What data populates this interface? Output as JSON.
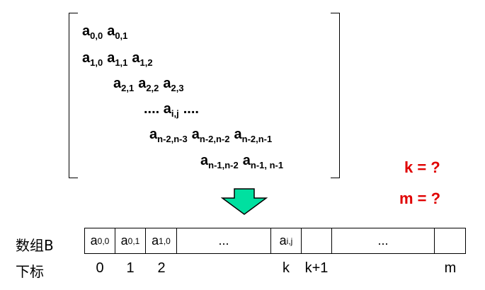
{
  "matrix": {
    "rows": [
      [
        {
          "b": "a",
          "s": "0,0"
        },
        {
          "b": "a",
          "s": "0,1"
        }
      ],
      [
        {
          "b": "a",
          "s": "1,0"
        },
        {
          "b": "a",
          "s": "1,1"
        },
        {
          "b": "a",
          "s": "1,2"
        }
      ],
      [
        {
          "b": "a",
          "s": "2,1"
        },
        {
          "b": "a",
          "s": "2,2"
        },
        {
          "b": "a",
          "s": "2,3"
        }
      ],
      [
        {
          "b": ".... a",
          "s": "i,j"
        },
        {
          "b": "....",
          "s": ""
        }
      ],
      [
        {
          "b": "a",
          "s": "n-2,n-3"
        },
        {
          "b": "a",
          "s": "n-2,n-2"
        },
        {
          "b": "a",
          "s": "n-2,n-1"
        }
      ],
      [
        {
          "b": "a",
          "s": "n-1,n-2"
        },
        {
          "b": "a",
          "s": "n-1, n-1"
        }
      ]
    ]
  },
  "questions": {
    "k": "k = ?",
    "m": "m = ?"
  },
  "array": {
    "name": "数组B",
    "cells": [
      {
        "b": "a",
        "s": "0,0"
      },
      {
        "b": "a",
        "s": "0,1"
      },
      {
        "b": "a",
        "s": "1,0"
      },
      {
        "b": "...",
        "s": ""
      },
      {
        "b": "a",
        "s": "i,j"
      },
      {
        "b": "",
        "s": ""
      },
      {
        "b": "...",
        "s": ""
      },
      {
        "b": "",
        "s": ""
      }
    ],
    "index_label": "下标",
    "indices": [
      "0",
      "1",
      "2",
      "k",
      "k+1",
      "m"
    ]
  },
  "colors": {
    "question": "#e00000",
    "arrow_fill": "#00e0a0",
    "arrow_stroke": "#000000"
  }
}
